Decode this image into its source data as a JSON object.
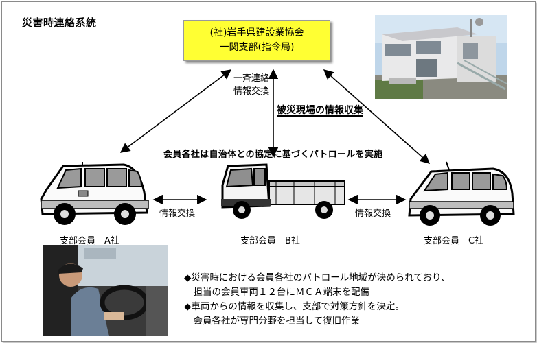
{
  "title": "災害時連絡系統",
  "headquarters": {
    "line1": "(社)岩手県建設業協会",
    "line2": "一関支部(指令局)"
  },
  "labels": {
    "broadcast_line1": "一斉連絡",
    "broadcast_line2": "情報交換",
    "damage_info": "被災現場の情報収集",
    "patrol": "会員各社は自治体との協定に基づくパトロールを実施",
    "exchange_left": "情報交換",
    "exchange_right": "情報交換"
  },
  "members": {
    "a": "支部会員　A社",
    "b": "支部会員　B社",
    "c": "支部会員　C社"
  },
  "notes": [
    "◆災害時における会員各社のパトロール地域が決められており、",
    "　担当の会員車両１２台にＭＣＡ端末を配備",
    "◆車両からの情報を収集し、支部で対策方針を決定。",
    "　会員各社が専門分野を担当して復旧作業"
  ]
}
